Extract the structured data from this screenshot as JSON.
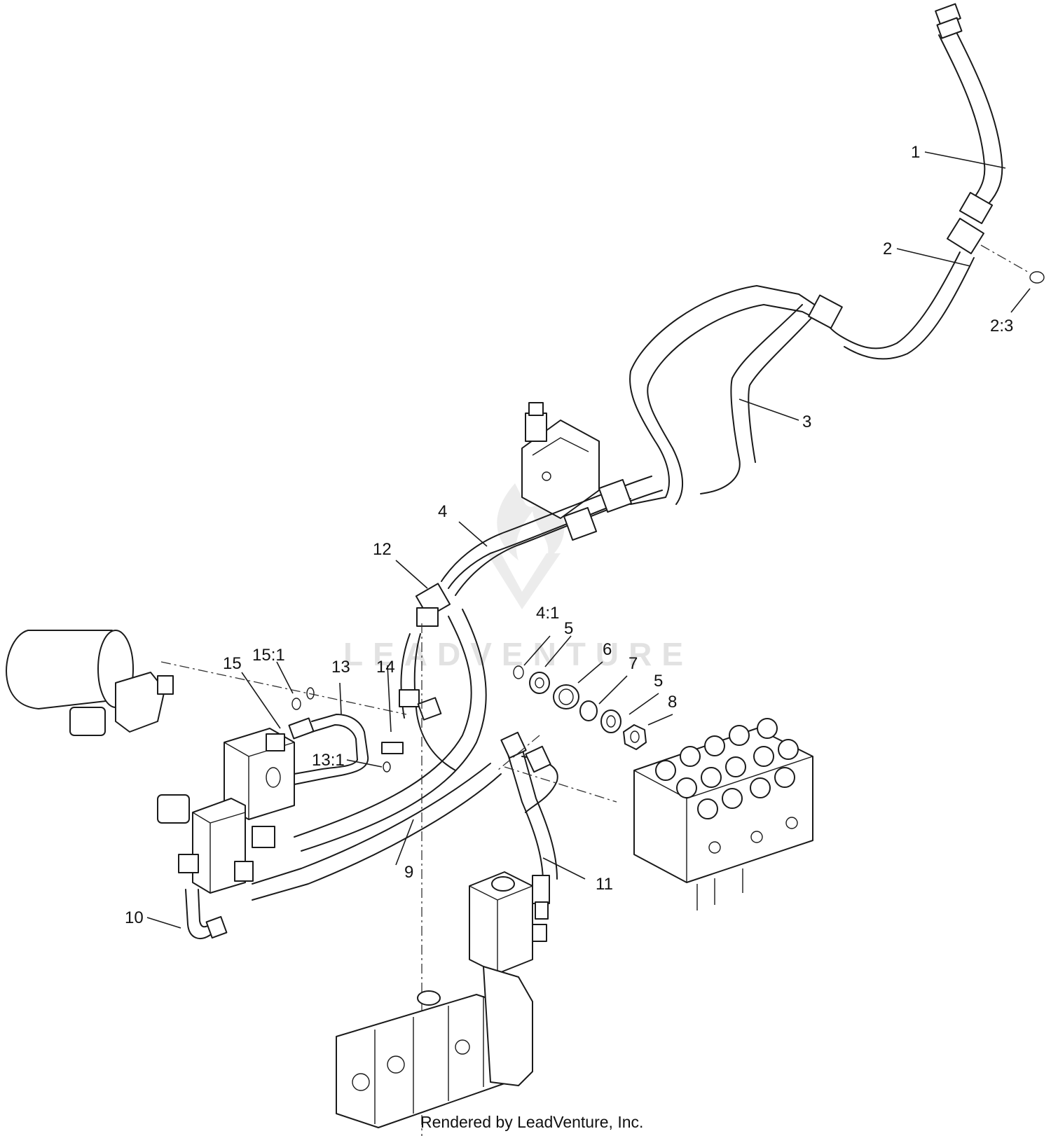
{
  "watermark": {
    "text": "LEADVENTURE"
  },
  "credit": {
    "text": "Rendered by LeadVenture, Inc."
  },
  "callouts": {
    "c1": "1",
    "c2": "2",
    "c2_3": "2:3",
    "c3": "3",
    "c4": "4",
    "c4_1": "4:1",
    "c5a": "5",
    "c5b": "5",
    "c6": "6",
    "c7": "7",
    "c8": "8",
    "c9": "9",
    "c10": "10",
    "c11": "11",
    "c12": "12",
    "c13": "13",
    "c13_1": "13:1",
    "c14": "14",
    "c15": "15",
    "c15_1": "15:1"
  }
}
